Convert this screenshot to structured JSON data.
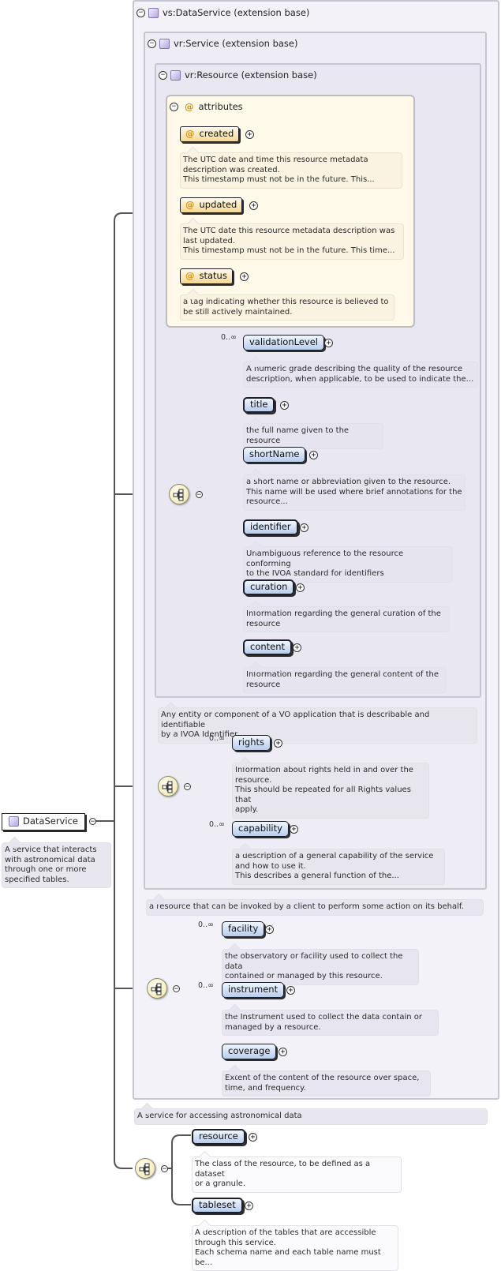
{
  "root": {
    "label": "DataService",
    "doc": "A service that interacts\nwith astronomical data\nthrough one or more\nspecified tables."
  },
  "dataservice_ext": {
    "title": "vs:DataService (extension base)",
    "doc": "A service for accessing astronomical data"
  },
  "service_ext": {
    "title": "vr:Service (extension base)",
    "doc": "a resource that can be invoked by a client to perform some action on its behalf."
  },
  "resource_ext": {
    "title": "vr:Resource (extension base)",
    "doc": "Any entity or component of a VO application that is describable and identifiable\nby a IVOA Identifier."
  },
  "attributes": {
    "title": "attributes",
    "items": [
      {
        "label": "created",
        "doc": "The UTC date and time this resource metadata\ndescription was created.\nThis timestamp must not be in the future. This..."
      },
      {
        "label": "updated",
        "doc": "The UTC date this resource metadata description was\nlast updated.\nThis timestamp must not be in the future. This time..."
      },
      {
        "label": "status",
        "doc": "a tag indicating whether this resource is believed to\nbe still actively maintained."
      }
    ]
  },
  "resource_elements": [
    {
      "label": "validationLevel",
      "card": "0..∞",
      "doc": "A numeric grade describing the quality of the resource\ndescription, when applicable, to be used to indicate the..."
    },
    {
      "label": "title",
      "card": "",
      "doc": "the full name given to the resource"
    },
    {
      "label": "shortName",
      "card": "",
      "doc": "a short name or abbreviation given to the resource.\nThis name will be used where brief annotations for the\nresource..."
    },
    {
      "label": "identifier",
      "card": "",
      "doc": "Unambiguous reference to the resource conforming\nto the IVOA standard for identifiers"
    },
    {
      "label": "curation",
      "card": "",
      "doc": "Information regarding the general curation of the\nresource"
    },
    {
      "label": "content",
      "card": "",
      "doc": "Information regarding the general content of the\nresource"
    }
  ],
  "service_elements": [
    {
      "label": "rights",
      "card": "0..∞",
      "doc": "Information about rights held in and over the\nresource.\nThis should be repeated for all Rights values that\napply."
    },
    {
      "label": "capability",
      "card": "0..∞",
      "doc": "a description of a general capability of the service\nand how to use it.\nThis describes a general function of the..."
    }
  ],
  "dataservice_elements": [
    {
      "label": "facility",
      "card": "0..∞",
      "doc": "the observatory or facility used to collect the data\ncontained or managed by this resource."
    },
    {
      "label": "instrument",
      "card": "0..∞",
      "doc": "the Instrument used to collect the data contain or\nmanaged by a resource."
    },
    {
      "label": "coverage",
      "card": "",
      "doc": "Extent of the content of the resource over space,\ntime, and frequency."
    }
  ],
  "bottom_elements": [
    {
      "label": "resource",
      "card": "",
      "doc": "The class of the resource, to be defined as a dataset\nor a granule."
    },
    {
      "label": "tableset",
      "card": "",
      "doc": "A description of the tables that are accessible\nthrough this service.\nEach schema name and each table name must be..."
    }
  ],
  "icons": {
    "sequence": "sequence-compositor-icon",
    "collapse": "minus-toggle-icon",
    "expand": "plus-expand-icon",
    "complex_type": "complex-type-icon",
    "attribute": "at-sign-attribute-icon"
  }
}
